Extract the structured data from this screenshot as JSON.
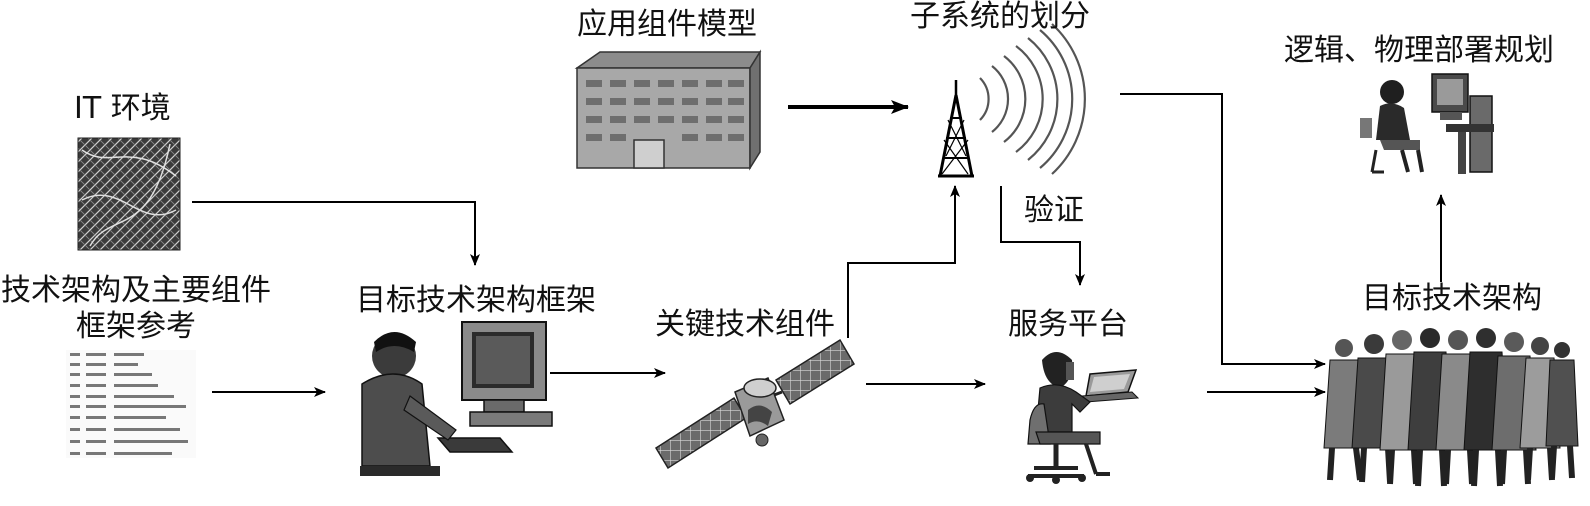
{
  "labels": {
    "app_component_model": "应用组件模型",
    "subsystem_partition": "子系统的划分",
    "logical_physical_deployment": "逻辑、物理部署规划",
    "it_environment": "IT 环境",
    "tech_arch_ref_line1": "技术架构及主要组件",
    "tech_arch_ref_line2": "框架参考",
    "target_tech_arch_framework": "目标技术架构框架",
    "key_tech_components": "关键技术组件",
    "verification": "验证",
    "service_platform": "服务平台",
    "target_tech_arch": "目标技术架构"
  },
  "icons": {
    "building": "building-icon",
    "tower": "radio-tower-icon",
    "desk_worker_top": "computer-desk-worker-icon",
    "texture": "network-texture-icon",
    "document": "document-list-icon",
    "computer_user": "computer-user-icon",
    "satellite": "satellite-icon",
    "phone_worker": "phone-desk-worker-icon",
    "crowd": "people-group-icon"
  }
}
